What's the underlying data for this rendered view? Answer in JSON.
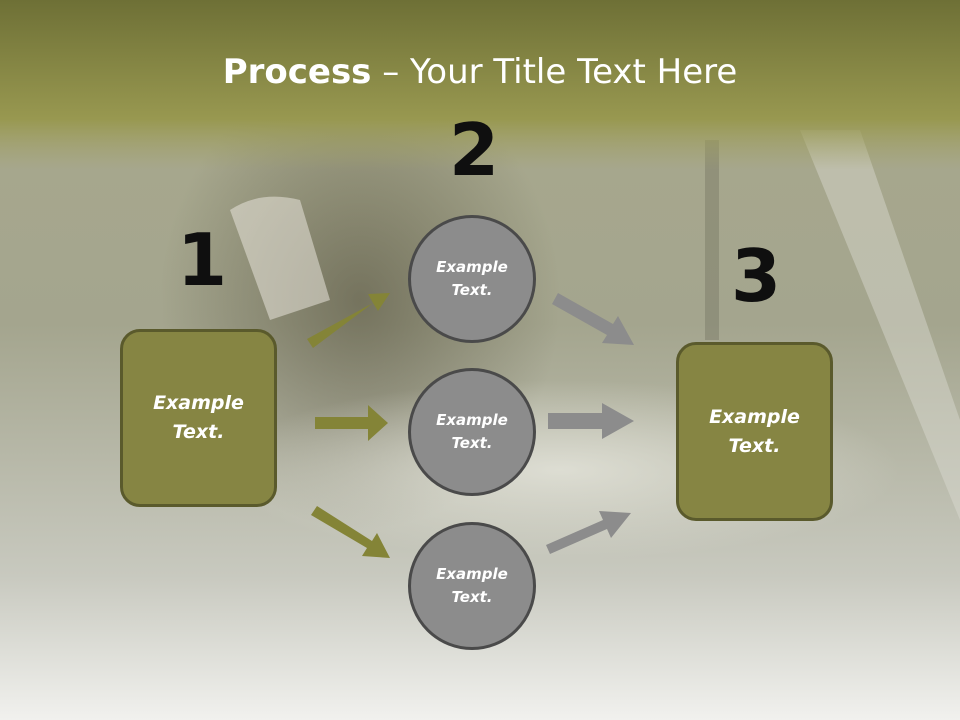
{
  "title": {
    "bold": "Process",
    "rest": " – Your Title Text Here"
  },
  "colors": {
    "accent_olive": "#868543",
    "arrow_gray": "#8c8c8c",
    "circle_border": "#4a4a4a"
  },
  "steps": {
    "one": {
      "number": "1",
      "line1": "Example",
      "line2": "Text."
    },
    "two": {
      "number": "2"
    },
    "three": {
      "number": "3",
      "line1": "Example",
      "line2": "Text."
    }
  },
  "circles": [
    {
      "line1": "Example",
      "line2": "Text."
    },
    {
      "line1": "Example",
      "line2": "Text."
    },
    {
      "line1": "Example",
      "line2": "Text."
    }
  ]
}
